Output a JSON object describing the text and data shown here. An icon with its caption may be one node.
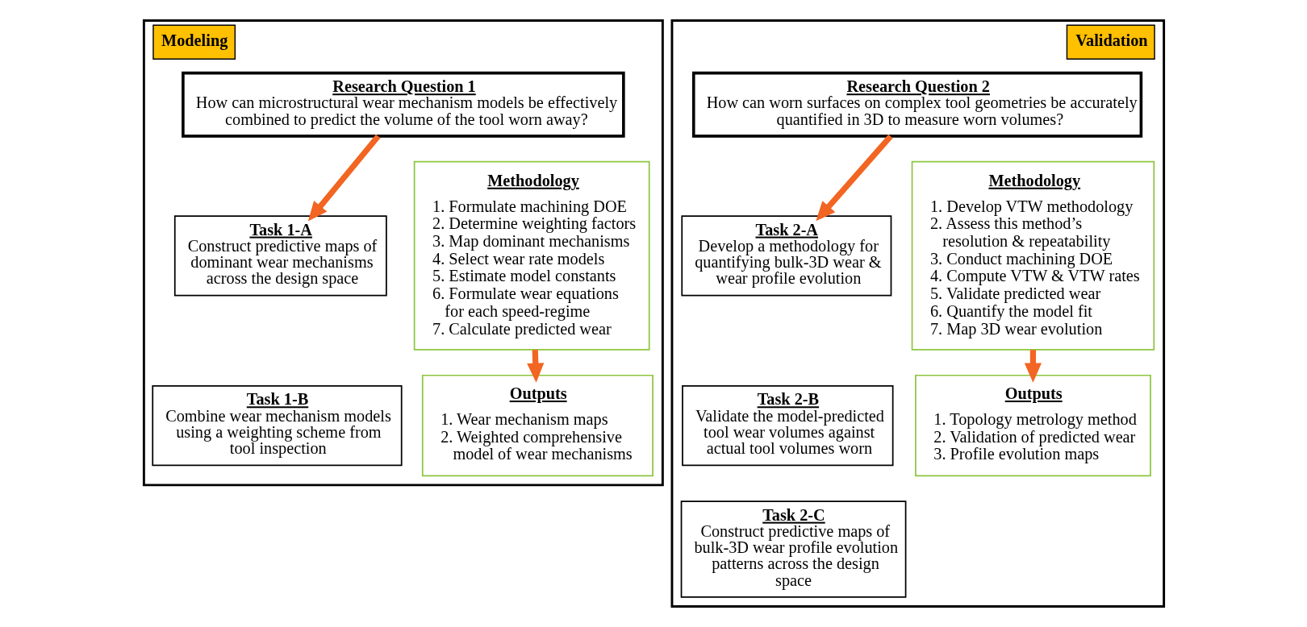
{
  "diagram": {
    "nodes": [
      {
        "text": [
          "Modeling"
        ]
      },
      {
        "text": [
          "Research Question 1",
          "How can microstructural wear mechanism models be effectively combined to predict the volume of the tool worn away?"
        ],
        "in": 0
      },
      {
        "text": [
          "Task 1-A",
          "Construct predictive maps of dominant wear mechanisms across the design space"
        ],
        "in": 0
      },
      {
        "text": [
          "Task 1-B",
          "Combine wear mechanism models using a weighting scheme from tool inspection"
        ],
        "in": 0
      },
      {
        "text": [
          "Methodology",
          "1. Formulate machining DOE",
          "2. Determine weighting factors",
          "3. Map dominant mechanisms",
          "4. Select wear rate models",
          "5. Estimate model constants",
          "6. Formulate wear equations for each speed-regime",
          "7. Calculate predicted wear"
        ],
        "in": 0
      },
      {
        "text": [
          "Outputs",
          "1. Wear mechanism maps",
          "2. Weighted comprehensive model of wear mechanisms"
        ],
        "in": 0
      },
      {
        "text": [
          "Validation"
        ]
      },
      {
        "text": [
          "Research Question 2",
          "How can worn surfaces on complex tool geometries be accurately quantified in 3D to measure worn volumes?"
        ],
        "in": 6
      },
      {
        "text": [
          "Task 2-A",
          "Develop a methodology for quantifying bulk-3D wear & wear profile evolution"
        ],
        "in": 6
      },
      {
        "text": [
          "Task 2-B",
          "Validate the model-predicted tool wear volumes against actual tool volumes worn"
        ],
        "in": 6
      },
      {
        "text": [
          "Task 2-C",
          "Construct predictive maps of bulk-3D wear profile evolution patterns across the design space"
        ],
        "in": 6
      },
      {
        "text": [
          "Methodology",
          "1. Develop VTW methodology",
          "2. Assess this method’s resolution & repeatability",
          "3. Conduct machining DOE",
          "4. Compute VTW & VTW rates",
          "5. Validate predicted wear",
          "6. Quantify the model fit",
          "7. Map 3D wear evolution"
        ],
        "in": 6
      },
      {
        "text": [
          "Outputs",
          "1. Topology metrology method",
          "2. Validation of predicted wear",
          "3. Profile evolution maps"
        ],
        "in": 6
      }
    ],
    "edges": [
      {
        "from": 1,
        "to": 2,
        "arrow": "to"
      },
      {
        "from": 4,
        "to": 5,
        "arrow": "to"
      },
      {
        "from": 7,
        "to": 8,
        "arrow": "to"
      },
      {
        "from": 11,
        "to": 12,
        "arrow": "to"
      }
    ]
  }
}
